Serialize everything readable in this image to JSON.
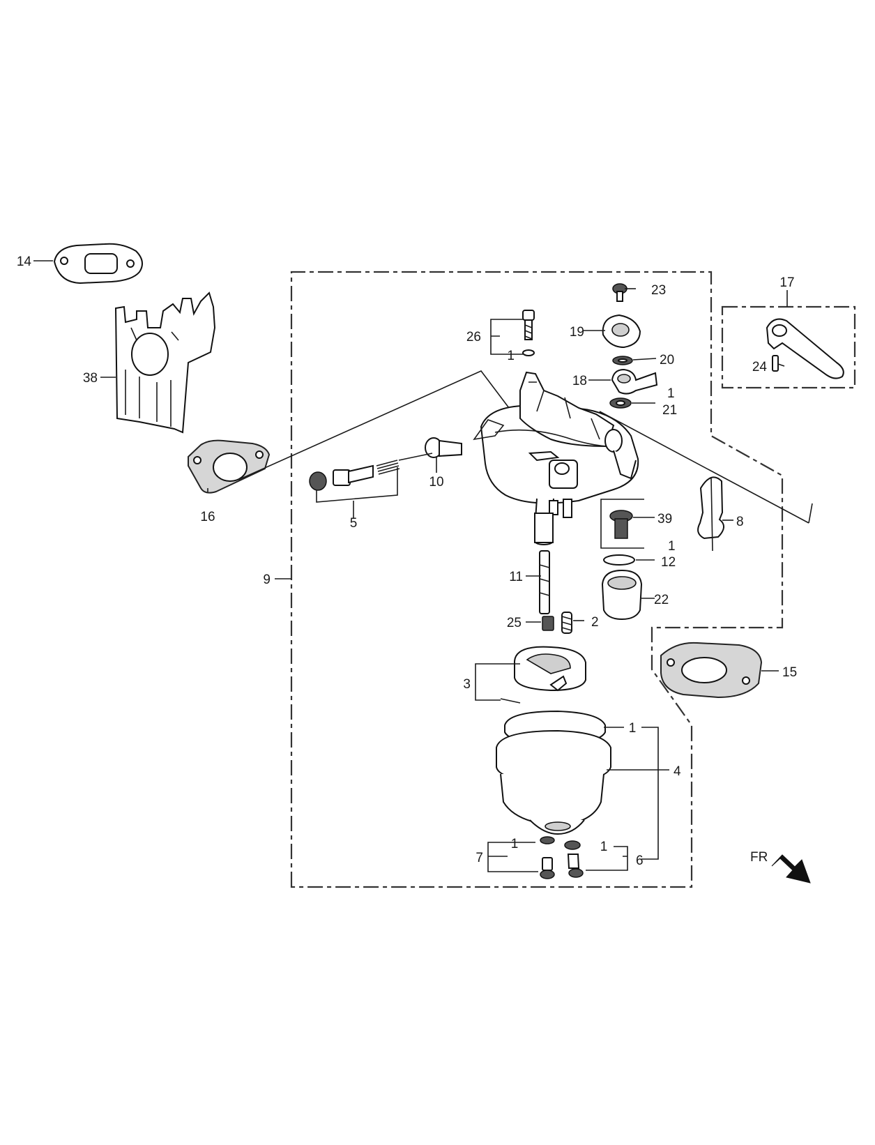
{
  "callouts": {
    "c1a": "1",
    "c1b": "1",
    "c1c": "1",
    "c1d": "1",
    "c1e": "1",
    "c1f": "1",
    "c2": "2",
    "c3": "3",
    "c4": "4",
    "c5": "5",
    "c6": "6",
    "c7": "7",
    "c8": "8",
    "c9": "9",
    "c10": "10",
    "c11": "11",
    "c12": "12",
    "c14": "14",
    "c15": "15",
    "c16": "16",
    "c17": "17",
    "c18": "18",
    "c19": "19",
    "c20": "20",
    "c21": "21",
    "c22": "22",
    "c23": "23",
    "c24": "24",
    "c25": "25",
    "c26": "26",
    "c38": "38",
    "c39": "39"
  },
  "direction": {
    "label": "FR"
  }
}
